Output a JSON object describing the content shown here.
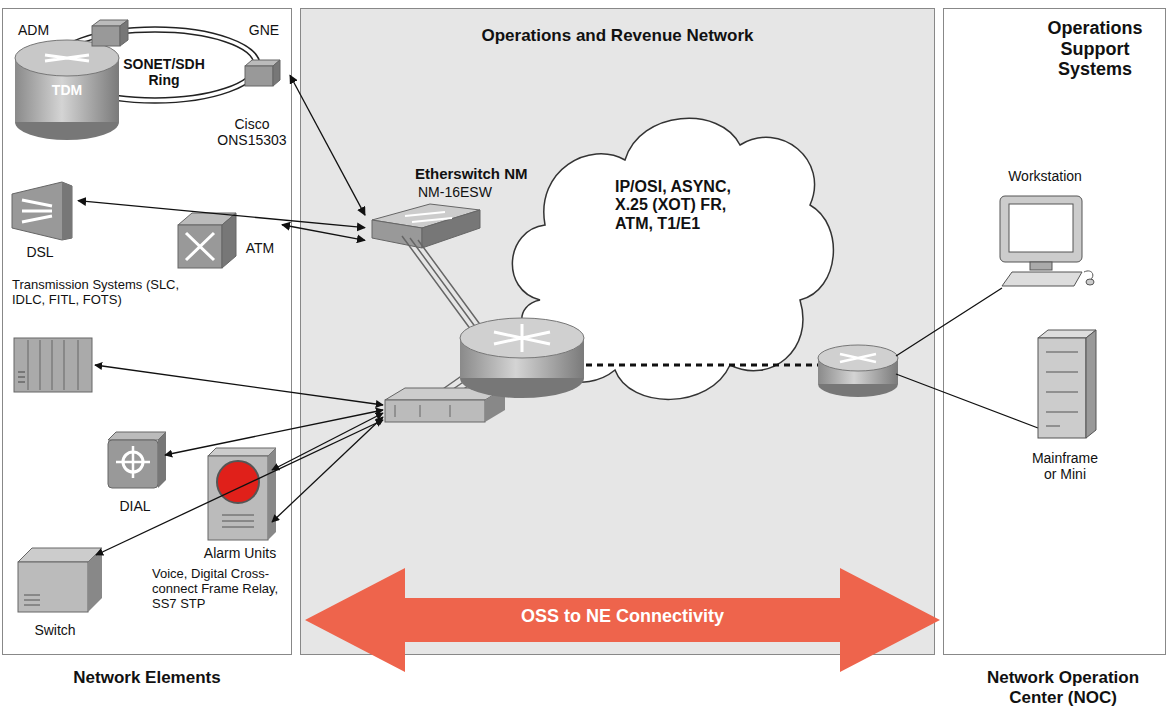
{
  "diagram": {
    "nodes": [
      {
        "text": [
          "Network Elements"
        ]
      },
      {
        "text": [
          "Operations and Revenue Network"
        ]
      },
      {
        "text": [
          "Operations Support Systems",
          "Network Operation Center (NOC)"
        ]
      },
      {
        "text": [
          "ADM",
          "SONET/SDH Ring",
          "TDM",
          "Cisco ONS15303"
        ],
        "in": 0
      },
      {
        "text": [
          "GNE"
        ],
        "in": 0
      },
      {
        "text": [
          "DSL"
        ],
        "in": 0
      },
      {
        "text": [
          "ATM"
        ],
        "in": 0
      },
      {
        "text": [
          "Transmission Systems (SLC, IDLC, FITL, FOTS)"
        ],
        "in": 0
      },
      {
        "text": [
          "DIAL"
        ],
        "in": 0
      },
      {
        "text": [
          "Alarm Units"
        ],
        "in": 0
      },
      {
        "text": [
          "Voice, Digital Cross-connect Frame Relay, SS7 STP",
          "Switch"
        ],
        "in": 0
      },
      {
        "text": [
          "Etherswitch NM",
          "NM-16ESW"
        ],
        "in": 1
      },
      {
        "text": [
          "IP/OSI, ASYNC, X.25 (XOT) FR, ATM, T1/E1"
        ],
        "in": 1
      },
      {
        "text": [
          "OSS to NE Connectivity"
        ]
      },
      {
        "text": [
          "Workstation"
        ],
        "in": 2
      },
      {
        "text": [
          "Mainframe or Mini"
        ],
        "in": 2
      }
    ],
    "edges": [
      {
        "from": 4,
        "to": 11,
        "arrow": "both"
      },
      {
        "from": 5,
        "to": 11,
        "arrow": "both"
      },
      {
        "from": 6,
        "to": 11,
        "arrow": "both"
      }
    ]
  }
}
